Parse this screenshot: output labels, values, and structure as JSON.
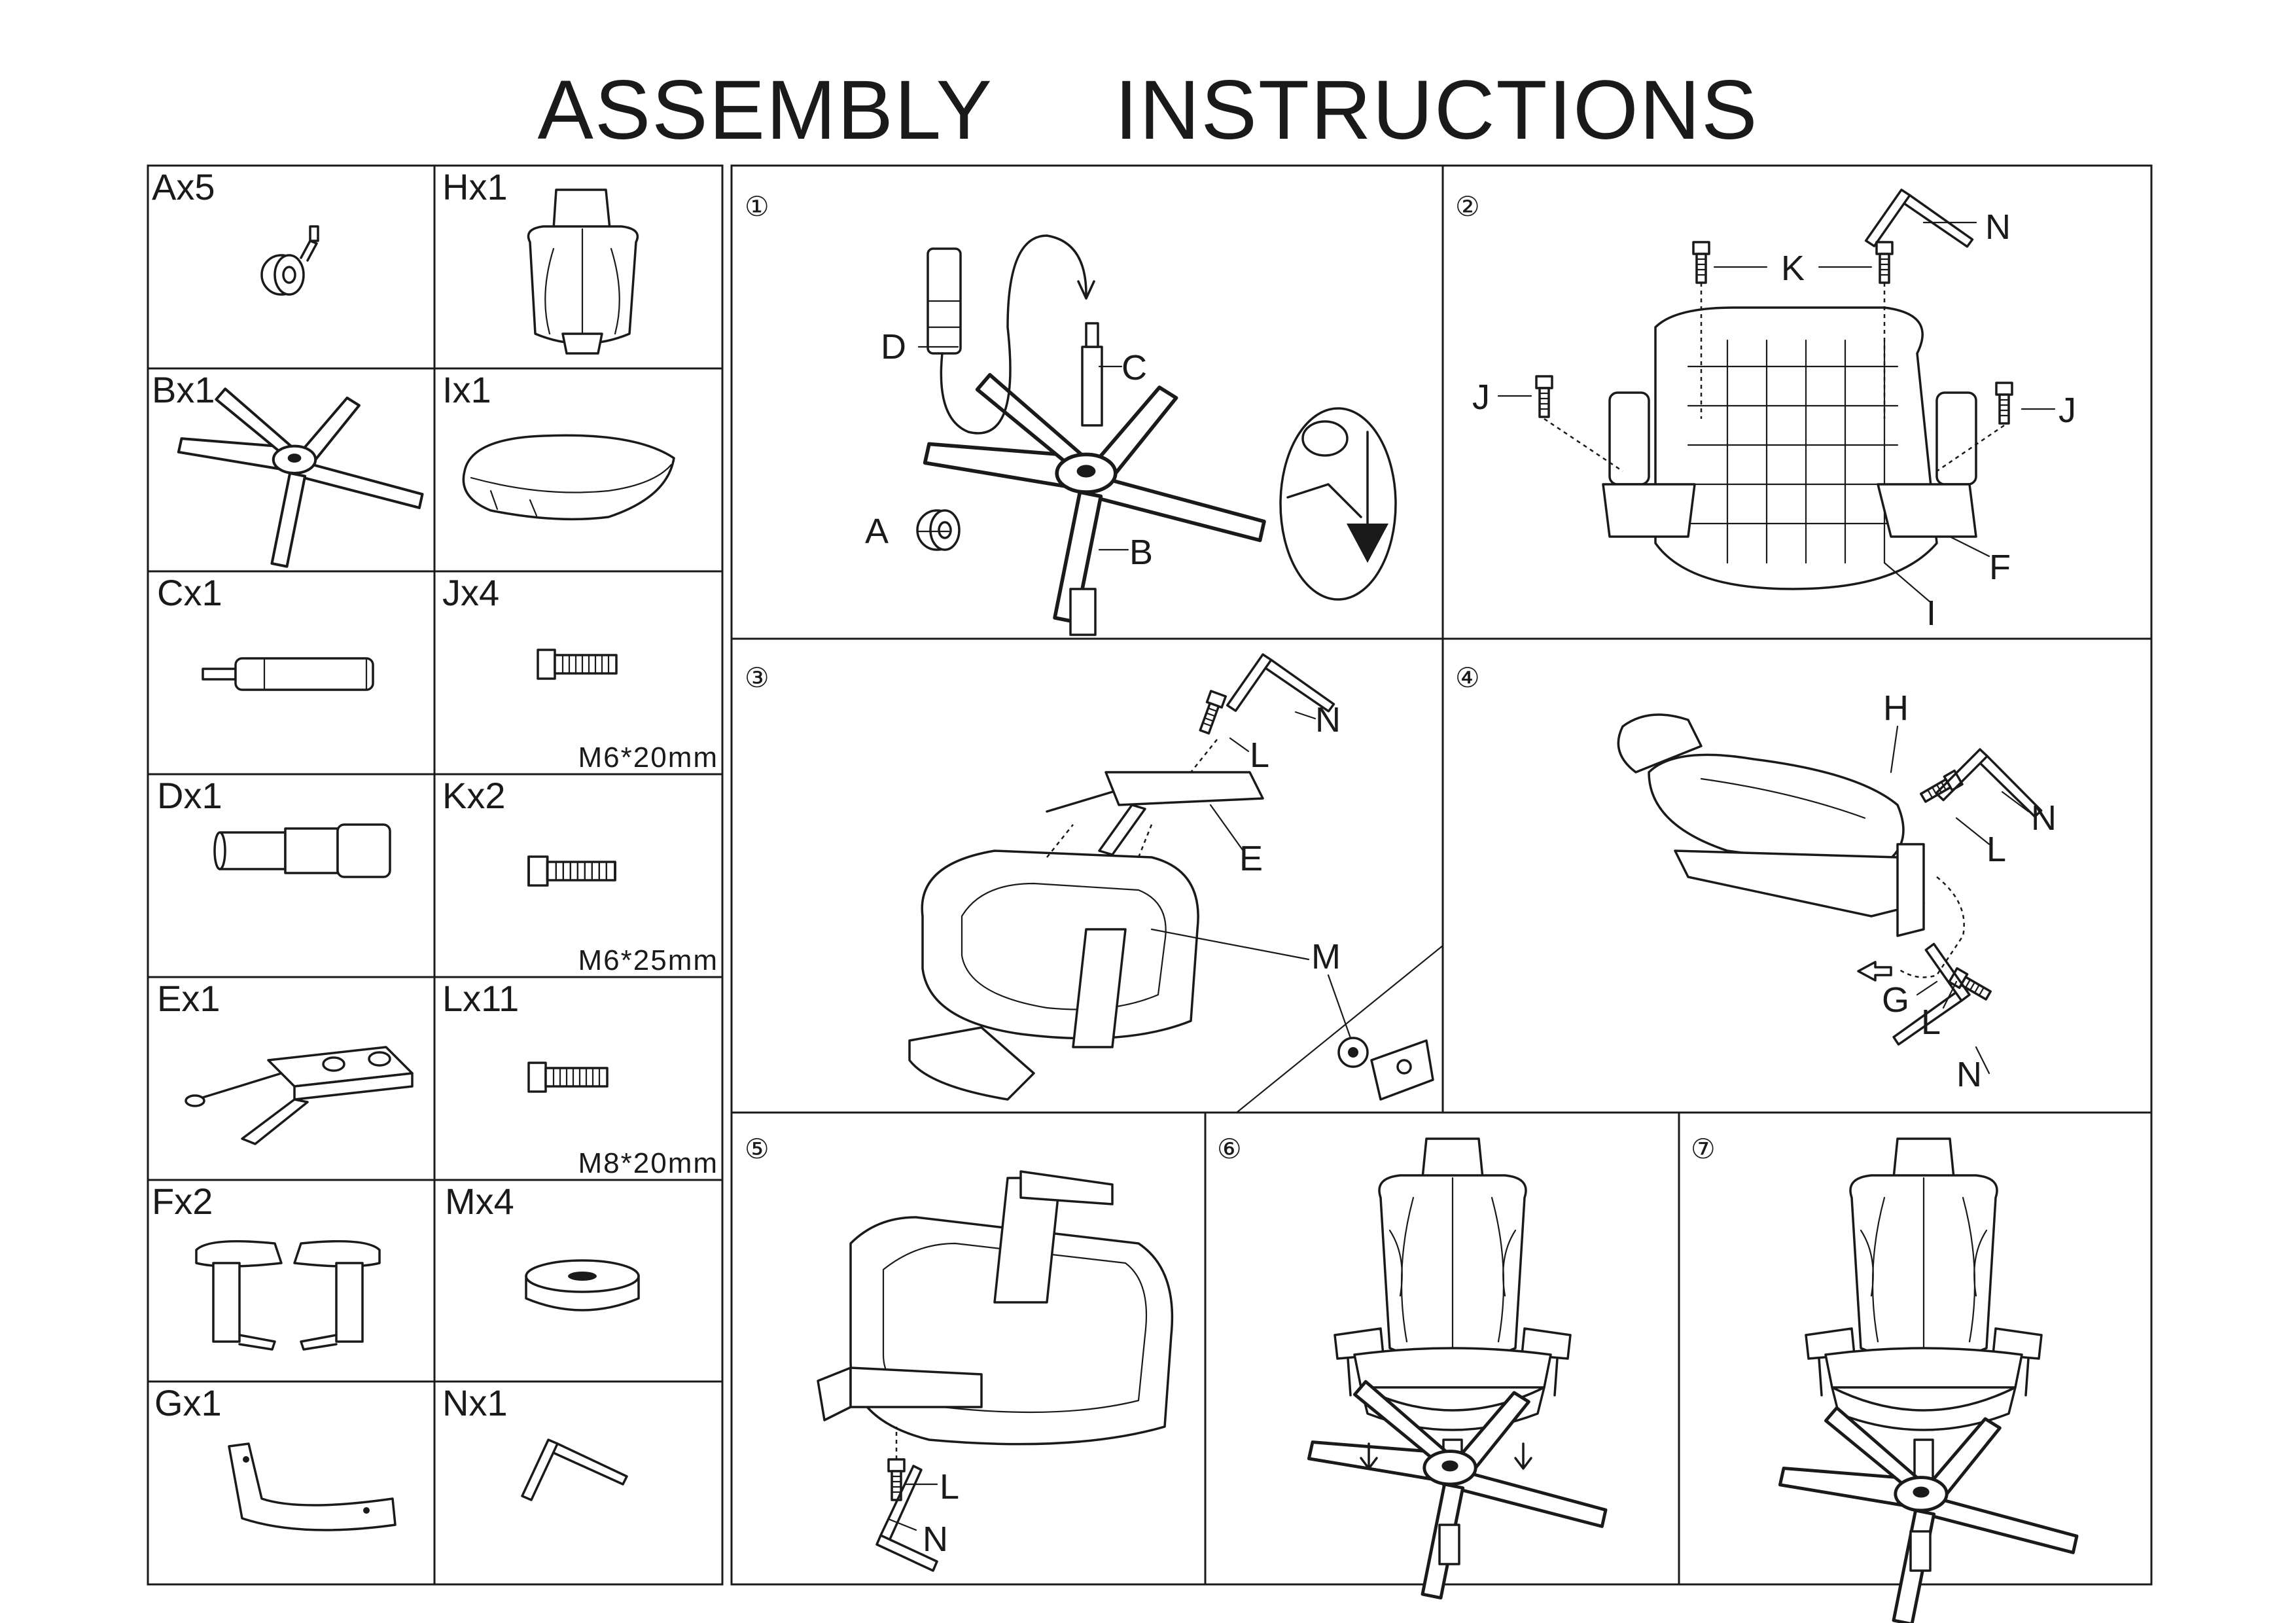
{
  "title": "ASSEMBLY     INSTRUCTIONS",
  "parts": [
    {
      "label": "Ax5",
      "icon": "caster-wheel"
    },
    {
      "label": "Hx1",
      "icon": "chair-back"
    },
    {
      "label": "Bx1",
      "icon": "five-star-base"
    },
    {
      "label": "Ix1",
      "icon": "seat-cushion"
    },
    {
      "label": "Cx1",
      "icon": "gas-lift"
    },
    {
      "label": "Jx4",
      "icon": "bolt",
      "spec": "M6*20mm"
    },
    {
      "label": "Dx1",
      "icon": "lift-cover"
    },
    {
      "label": "Kx2",
      "icon": "bolt",
      "spec": "M6*25mm"
    },
    {
      "label": "Ex1",
      "icon": "tilt-mechanism"
    },
    {
      "label": "Lx11",
      "icon": "bolt",
      "spec": "M8*20mm"
    },
    {
      "label": "Fx2",
      "icon": "armrests"
    },
    {
      "label": "Mx4",
      "icon": "washer"
    },
    {
      "label": "Gx1",
      "icon": "back-bracket"
    },
    {
      "label": "Nx1",
      "icon": "allen-key"
    }
  ],
  "steps": [
    {
      "number": "①",
      "callouts": [
        "D",
        "C",
        "A",
        "B"
      ]
    },
    {
      "number": "②",
      "callouts": [
        "K",
        "N",
        "J",
        "J",
        "F",
        "I"
      ]
    },
    {
      "number": "③",
      "callouts": [
        "N",
        "L",
        "E",
        "M"
      ]
    },
    {
      "number": "④",
      "callouts": [
        "H",
        "N",
        "L",
        "G",
        "L",
        "N"
      ]
    },
    {
      "number": "⑤",
      "callouts": [
        "L",
        "N"
      ]
    },
    {
      "number": "⑥",
      "callouts": []
    },
    {
      "number": "⑦",
      "callouts": []
    }
  ]
}
